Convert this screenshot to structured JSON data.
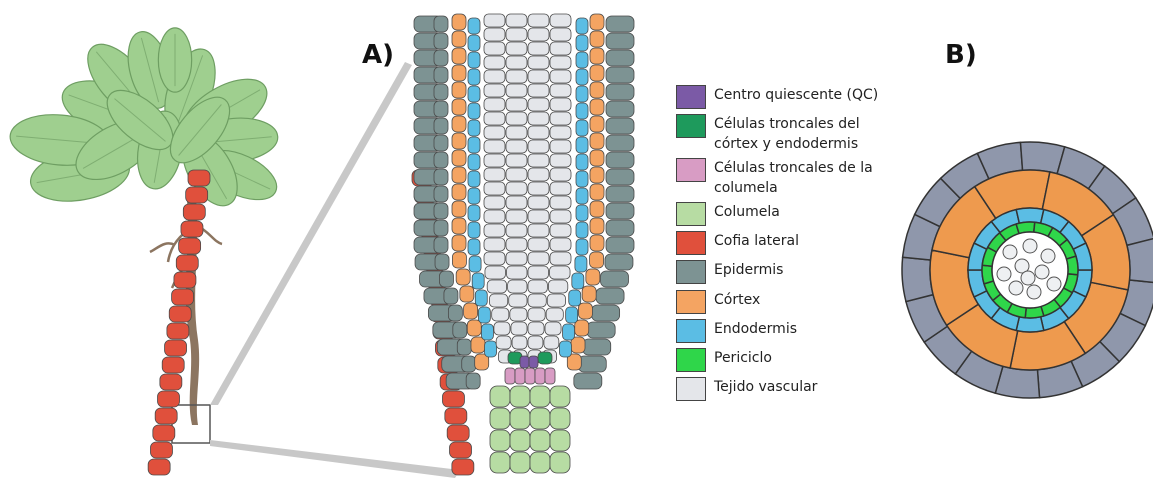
{
  "panels": {
    "a_label": "A)",
    "b_label": "B)"
  },
  "legend": {
    "items": [
      {
        "label": "Centro quiescente (QC)",
        "color": "#7b5aa6"
      },
      {
        "label": "Células troncales del\ncórtex y endodermis",
        "color": "#1e9a5c"
      },
      {
        "label": "Células troncales de la\ncolumela",
        "color": "#d89cc4"
      },
      {
        "label": "Columela",
        "color": "#b7dca3"
      },
      {
        "label": "Cofia lateral",
        "color": "#e0503c"
      },
      {
        "label": "Epidermis",
        "color": "#7d9393"
      },
      {
        "label": "Córtex",
        "color": "#f4a462"
      },
      {
        "label": "Endodermis",
        "color": "#5bbde4"
      },
      {
        "label": "Periciclo",
        "color": "#2fd64a"
      },
      {
        "label": "Tejido vascular",
        "color": "#e4e6ea"
      }
    ]
  },
  "colors": {
    "leaf": "#9fcf8f",
    "stem": "#8c7560",
    "epidermis_cross": "#8f97ab",
    "cortex_cross": "#ee9a4e"
  },
  "icons": [
    "plant-seedling",
    "root-tip-longitudinal",
    "root-cross-section"
  ]
}
